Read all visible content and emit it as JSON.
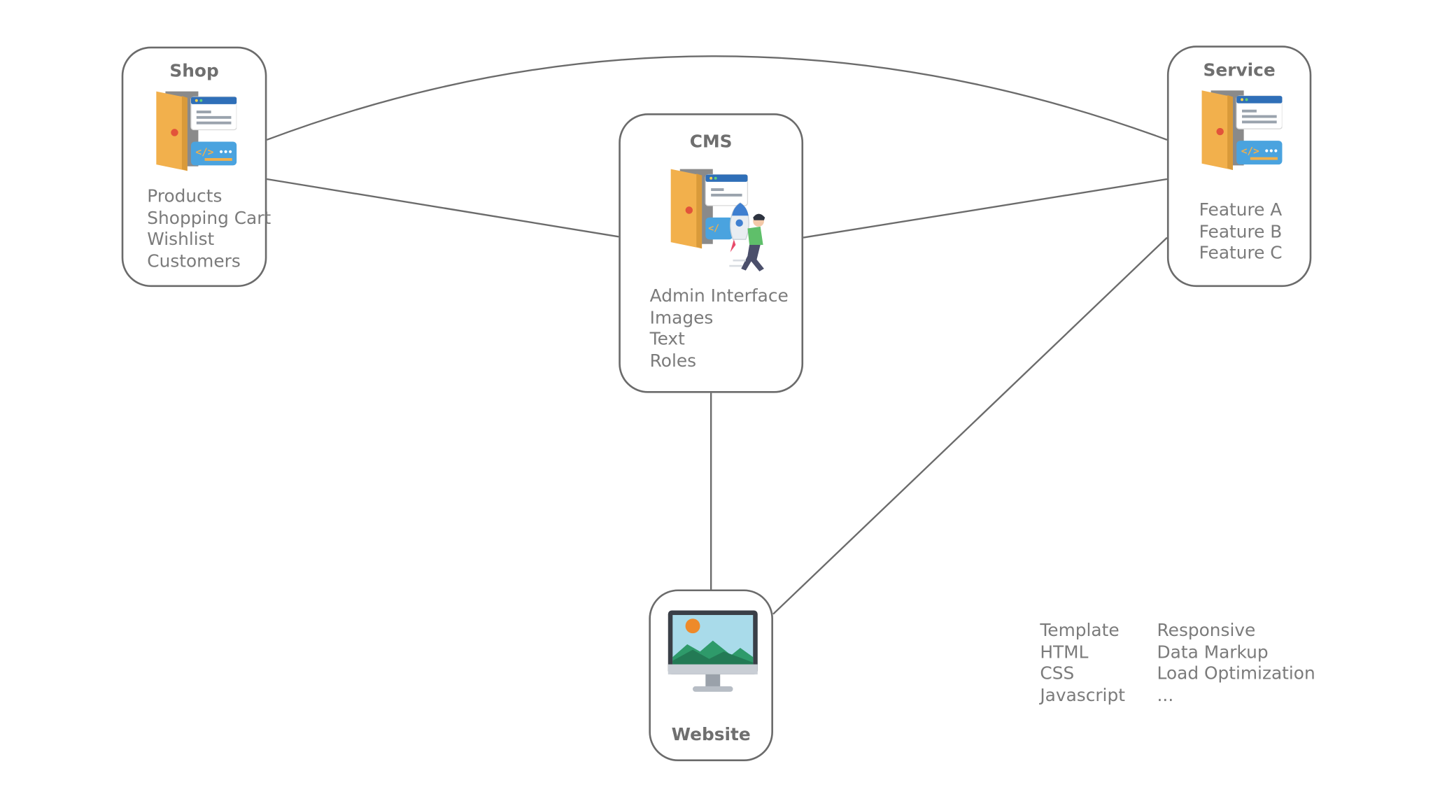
{
  "nodes": {
    "shop": {
      "title": "Shop",
      "items": [
        "Products",
        "Shopping Cart",
        "Wishlist",
        "Customers"
      ]
    },
    "cms": {
      "title": "CMS",
      "items": [
        "Admin Interface",
        "Images",
        "Text",
        "Roles"
      ]
    },
    "service": {
      "title": "Service",
      "items": [
        "Feature A",
        "Feature B",
        "Feature C"
      ]
    },
    "website": {
      "title": "Website"
    }
  },
  "website_notes": {
    "column_1": [
      "Template",
      "HTML",
      "CSS",
      "Javascript"
    ],
    "column_2": [
      "Responsive",
      "Data Markup",
      "Load Optimization",
      "..."
    ]
  },
  "connections": [
    {
      "from": "shop",
      "to": "service"
    },
    {
      "from": "shop",
      "to": "cms"
    },
    {
      "from": "cms",
      "to": "service"
    },
    {
      "from": "cms",
      "to": "website"
    },
    {
      "from": "service",
      "to": "website"
    }
  ],
  "icons": {
    "shop": "door-code-window-icon",
    "cms": "door-code-rocket-person-icon",
    "service": "door-code-window-icon",
    "website": "monitor-landscape-icon"
  },
  "colors": {
    "border": "#6b6b6b",
    "title_text": "#6f6f6f",
    "item_text": "#7b7b7b",
    "door": "#f2b04c",
    "window_header": "#2f6fb8",
    "code_panel": "#4aa3df"
  }
}
